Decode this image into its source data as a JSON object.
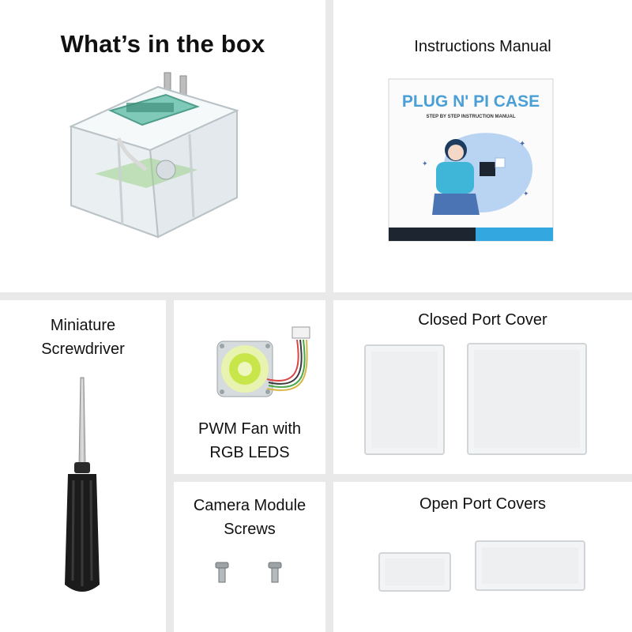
{
  "page": {
    "title": "What’s in the box"
  },
  "items": {
    "case": {
      "label": ""
    },
    "manual": {
      "label": "Instructions Manual",
      "book_title": "PLUG N' PI CASE",
      "book_subtitle": "STEP BY STEP INSTRUCTION MANUAL"
    },
    "screwdriver": {
      "label_line1": "Miniature",
      "label_line2": "Screwdriver"
    },
    "fan": {
      "label_line1": "PWM Fan with",
      "label_line2": "RGB LEDS"
    },
    "closed_cover": {
      "label": "Closed Port Cover"
    },
    "camera_screws": {
      "label_line1": "Camera Module",
      "label_line2": "Screws"
    },
    "open_covers": {
      "label": "Open Port Covers"
    }
  },
  "colors": {
    "background_gap": "#e9e9e9",
    "tile": "#ffffff",
    "manual_title": "#4a9fd6",
    "fan_glow": "#c8e64a",
    "manual_stripe_dark": "#1d2530",
    "manual_stripe_blue": "#33a7e0"
  }
}
